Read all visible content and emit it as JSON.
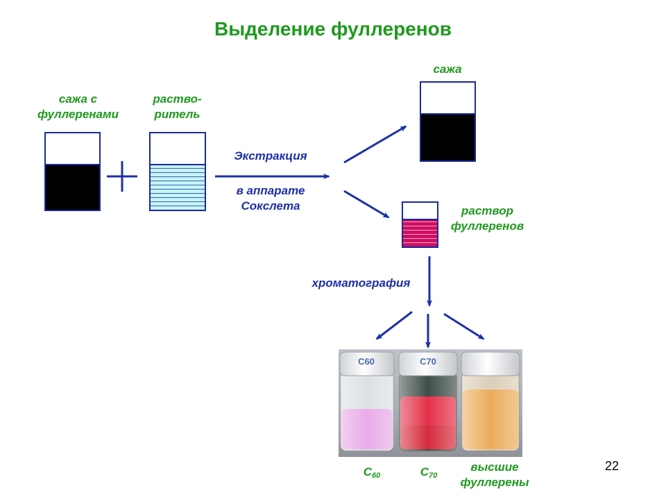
{
  "title": "Выделение фуллеренов",
  "labels": {
    "soot_with_fullerenes_1": "сажа с",
    "soot_with_fullerenes_2": "фуллеренами",
    "solvent_1": "раство-",
    "solvent_2": "ритель",
    "extraction": "Экстракция",
    "soxhlet_1": "в аппарате",
    "soxhlet_2": "Сокслета",
    "soot": "сажа",
    "fullerene_solution_1": "раствор",
    "fullerene_solution_2": "фуллеренов",
    "chromatography": "хроматография",
    "c60_main": "C",
    "c60_sub": "60",
    "c70_main": "C",
    "c70_sub": "70",
    "higher_1": "высшие",
    "higher_2": "фуллерены"
  },
  "page_number": "22",
  "colors": {
    "title_green": "#1e9a1e",
    "arrow_blue": "#1c2fa8",
    "soot": "#000000",
    "solvent": "#c8f2f8",
    "fullerene_solution": "#cc1060",
    "c60_liquid": "#e7a2e6",
    "c70_liquid": "#e01a34",
    "higher_liquid": "#e9a44a"
  },
  "photo_caps": {
    "c60": "C60",
    "c70": "C70"
  }
}
